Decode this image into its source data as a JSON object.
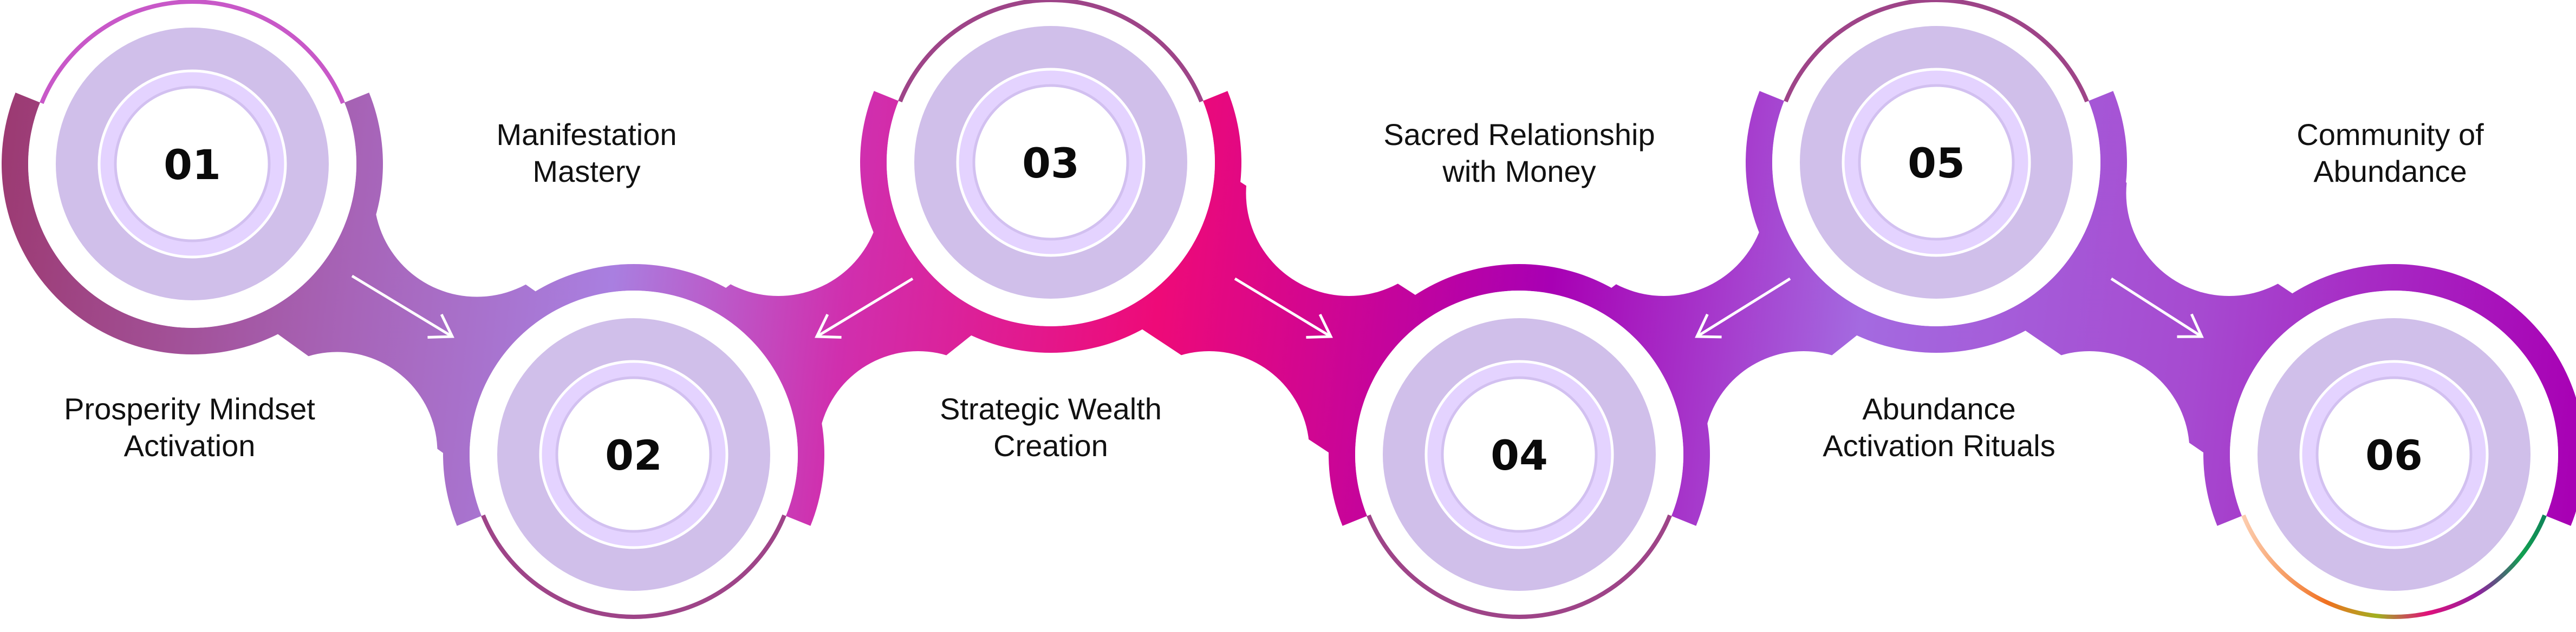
{
  "title": "Wealth & Abundance Process",
  "colors": {
    "band_start": "#9c3a72",
    "band_lavender": "#a97fe0",
    "band_pink": "#ee0a78",
    "band_purple": "#a800b4",
    "ring_gray": "#d0bfea",
    "ring_lavender": "#e4d3ff"
  },
  "steps": [
    {
      "number": "01",
      "label_lines": [
        "Prosperity Mindset",
        "Activation"
      ]
    },
    {
      "number": "02",
      "label_lines": [
        "Manifestation",
        "Mastery"
      ]
    },
    {
      "number": "03",
      "label_lines": [
        "Strategic Wealth",
        "Creation"
      ]
    },
    {
      "number": "04",
      "label_lines": [
        "Sacred Relationship",
        "with Money"
      ]
    },
    {
      "number": "05",
      "label_lines": [
        "Abundance",
        "Activation Rituals"
      ]
    },
    {
      "number": "06",
      "label_lines": [
        "Community of",
        "Abundance"
      ]
    }
  ]
}
